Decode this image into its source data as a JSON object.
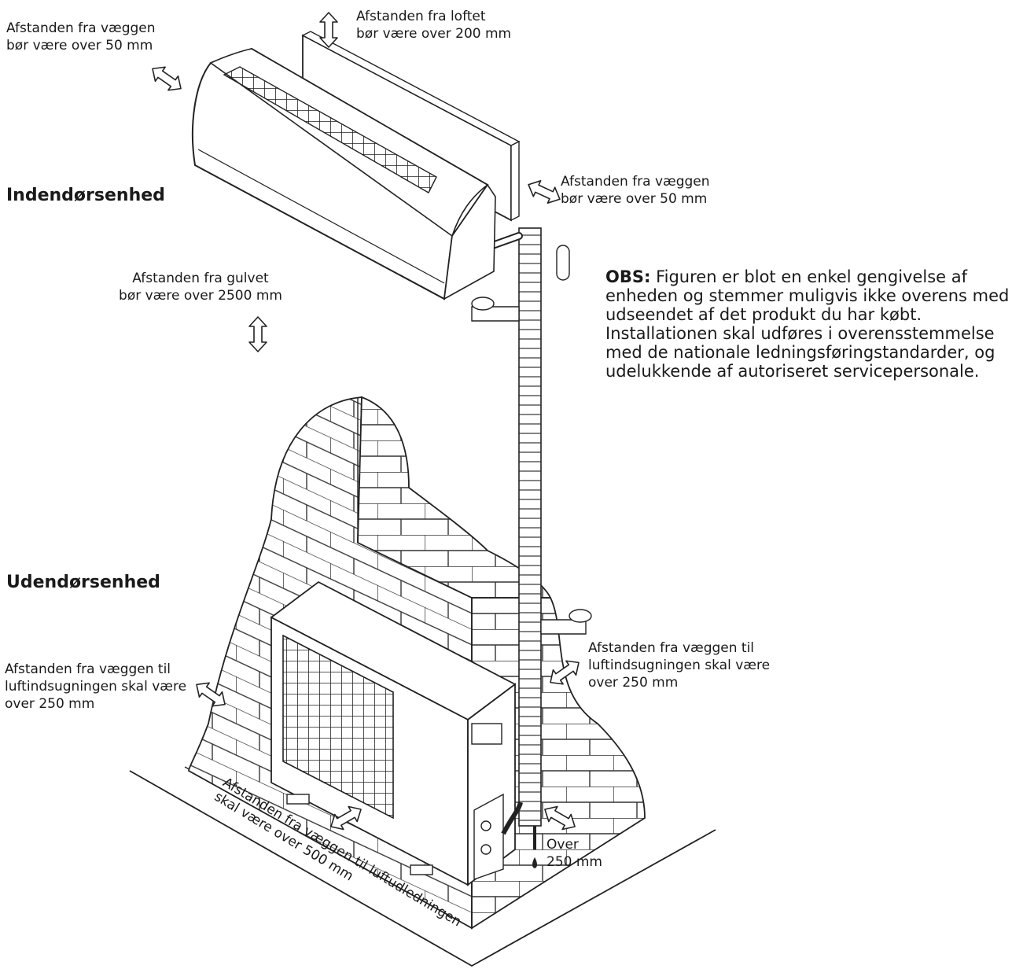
{
  "labels": {
    "indoor_unit": "Indendørsenhed",
    "outdoor_unit": "Udendørsenhed",
    "wall_left_indoor": "Afstanden fra væggen\nbør være over 50 mm",
    "ceiling": "Afstanden fra loftet\nbør være over 200 mm",
    "wall_right_indoor": "Afstanden fra væggen\nbør være over 50 mm",
    "floor": "Afstanden fra gulvet\nbør være over 2500 mm",
    "outdoor_left": "Afstanden fra væggen til\nluftindsugningen skal være\nover 250 mm",
    "outdoor_right": "Afstanden fra væggen til\nluftindsugningen skal være\nover 250 mm",
    "outlet": "Afstanden fra væggen til luftudledningen\nskal være over 500 mm",
    "over_250": "Over\n250 mm"
  },
  "note": {
    "prefix": "OBS:",
    "text": "Figuren er blot en enkel gengivelse af enheden og stemmer muligvis ikke overens med udseendet af det produkt du har købt. Installationen skal udføres i overensstemmelse med de nationale ledningsføringstandarder, og udelukkende af autoriseret servicepersonale."
  },
  "icons": [
    "double-arrow-icon",
    "brick-wall-illustration",
    "indoor-unit-illustration",
    "outdoor-unit-illustration",
    "pipe-illustration"
  ],
  "colors": {
    "line": "#1a1a1a",
    "background": "#ffffff"
  }
}
